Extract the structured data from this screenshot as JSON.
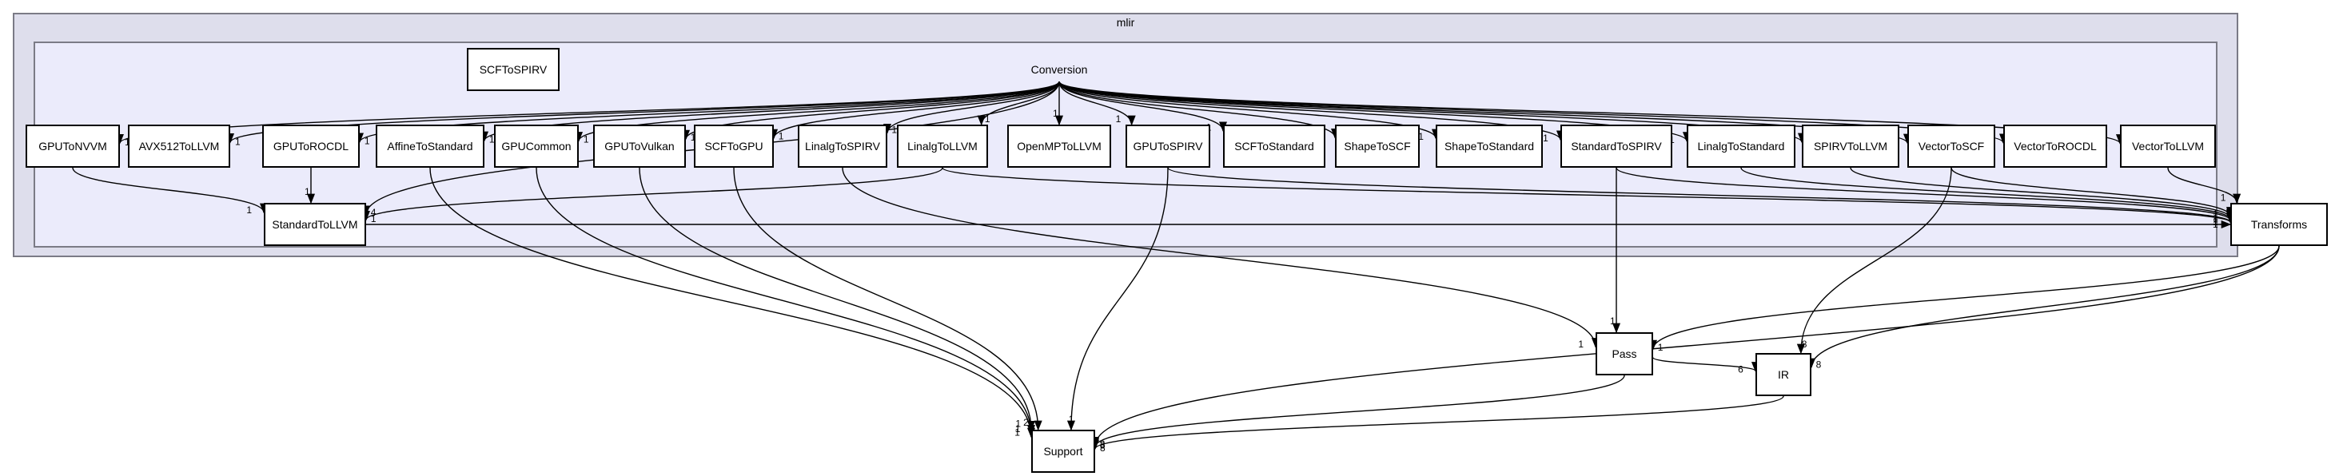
{
  "clusters": {
    "outer_label": "mlir",
    "inner_label": ""
  },
  "nodes": {
    "conversion": "Conversion",
    "scf_to_spirv": "SCFToSPIRV",
    "gpu_to_nvvm": "GPUToNVVM",
    "avx512_to_llvm": "AVX512ToLLVM",
    "gpu_to_rocdl": "GPUToROCDL",
    "affine_to_standard": "AffineToStandard",
    "gpu_common": "GPUCommon",
    "gpu_to_vulkan": "GPUToVulkan",
    "scf_to_gpu": "SCFToGPU",
    "linalg_to_spirv": "LinalgToSPIRV",
    "linalg_to_llvm": "LinalgToLLVM",
    "openmp_to_llvm": "OpenMPToLLVM",
    "gpu_to_spirv": "GPUToSPIRV",
    "scf_to_standard": "SCFToStandard",
    "shape_to_scf": "ShapeToSCF",
    "shape_to_standard": "ShapeToStandard",
    "standard_to_spirv": "StandardToSPIRV",
    "linalg_to_standard": "LinalgToStandard",
    "spirv_to_llvm": "SPIRVToLLVM",
    "vector_to_scf": "VectorToSCF",
    "vector_to_rocdl": "VectorToROCDL",
    "vector_to_llvm": "VectorToLLVM",
    "standard_to_llvm": "StandardToLLVM",
    "transforms": "Transforms",
    "pass": "Pass",
    "ir": "IR",
    "support": "Support"
  },
  "edges": [
    {
      "from": "conversion",
      "to": "gpu_to_nvvm",
      "label": "1"
    },
    {
      "from": "conversion",
      "to": "avx512_to_llvm",
      "label": "1"
    },
    {
      "from": "conversion",
      "to": "standard_to_llvm",
      "label": "4"
    },
    {
      "from": "conversion",
      "to": "gpu_to_rocdl",
      "label": "1"
    },
    {
      "from": "conversion",
      "to": "affine_to_standard",
      "label": "1"
    },
    {
      "from": "conversion",
      "to": "gpu_common",
      "label": "1"
    },
    {
      "from": "conversion",
      "to": "gpu_to_vulkan",
      "label": "1"
    },
    {
      "from": "conversion",
      "to": "scf_to_gpu",
      "label": "1"
    },
    {
      "from": "conversion",
      "to": "linalg_to_spirv",
      "label": "1"
    },
    {
      "from": "conversion",
      "to": "linalg_to_llvm",
      "label": "1"
    },
    {
      "from": "conversion",
      "to": "openmp_to_llvm",
      "label": "1"
    },
    {
      "from": "conversion",
      "to": "gpu_to_spirv",
      "label": "1"
    },
    {
      "from": "conversion",
      "to": "scf_to_standard",
      "label": "1"
    },
    {
      "from": "conversion",
      "to": "shape_to_scf",
      "label": "1"
    },
    {
      "from": "conversion",
      "to": "shape_to_standard",
      "label": "1"
    },
    {
      "from": "conversion",
      "to": "standard_to_spirv",
      "label": "1"
    },
    {
      "from": "conversion",
      "to": "linalg_to_standard",
      "label": "1"
    },
    {
      "from": "conversion",
      "to": "spirv_to_llvm",
      "label": "1"
    },
    {
      "from": "conversion",
      "to": "vector_to_scf",
      "label": "1"
    },
    {
      "from": "conversion",
      "to": "vector_to_rocdl",
      "label": "1"
    },
    {
      "from": "conversion",
      "to": "vector_to_llvm",
      "label": "1"
    },
    {
      "from": "gpu_to_nvvm",
      "to": "standard_to_llvm",
      "label": "1"
    },
    {
      "from": "gpu_to_rocdl",
      "to": "standard_to_llvm",
      "label": "1"
    },
    {
      "from": "linalg_to_llvm",
      "to": "standard_to_llvm",
      "label": "1"
    },
    {
      "from": "standard_to_llvm",
      "to": "transforms",
      "label": "1"
    },
    {
      "from": "affine_to_standard",
      "to": "support",
      "label": "1"
    },
    {
      "from": "gpu_common",
      "to": "support",
      "label": "1"
    },
    {
      "from": "gpu_to_vulkan",
      "to": "support",
      "label": "1"
    },
    {
      "from": "scf_to_gpu",
      "to": "support",
      "label": "2"
    },
    {
      "from": "gpu_to_spirv",
      "to": "support",
      "label": "1"
    },
    {
      "from": "linalg_to_spirv",
      "to": "pass",
      "label": "1"
    },
    {
      "from": "linalg_to_llvm",
      "to": "transforms",
      "label": "1"
    },
    {
      "from": "gpu_to_spirv",
      "to": "transforms",
      "label": "1"
    },
    {
      "from": "standard_to_spirv",
      "to": "transforms",
      "label": "1"
    },
    {
      "from": "linalg_to_standard",
      "to": "transforms",
      "label": "1"
    },
    {
      "from": "spirv_to_llvm",
      "to": "transforms",
      "label": "1"
    },
    {
      "from": "vector_to_scf",
      "to": "transforms",
      "label": "1"
    },
    {
      "from": "vector_to_llvm",
      "to": "transforms",
      "label": "1"
    },
    {
      "from": "standard_to_spirv",
      "to": "pass",
      "label": "1"
    },
    {
      "from": "vector_to_scf",
      "to": "ir",
      "label": "8"
    },
    {
      "from": "transforms",
      "to": "pass",
      "label": "1"
    },
    {
      "from": "transforms",
      "to": "ir",
      "label": "8"
    },
    {
      "from": "transforms",
      "to": "support",
      "label": "8"
    },
    {
      "from": "pass",
      "to": "ir",
      "label": "6"
    },
    {
      "from": "pass",
      "to": "support",
      "label": "3"
    },
    {
      "from": "ir",
      "to": "support",
      "label": "8"
    }
  ]
}
